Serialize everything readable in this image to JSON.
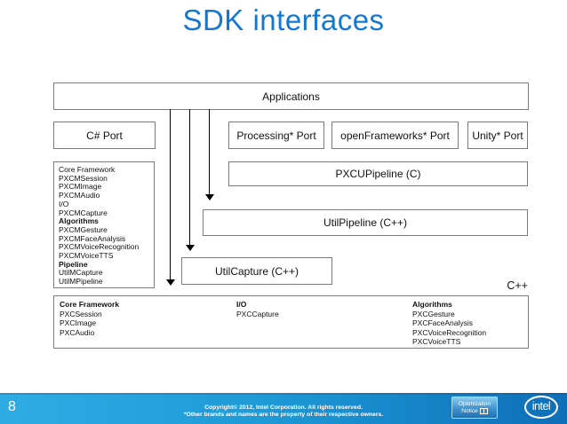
{
  "title": "SDK interfaces",
  "colors": {
    "title_blue": "#1478D2",
    "footer_gradient_left": "#2EADE4",
    "footer_gradient_right": "#0E6FB7",
    "box_border": "#7A7A7A"
  },
  "diagram": {
    "applications_label": "Applications",
    "ports": {
      "csharp": "C# Port",
      "processing": "Processing* Port",
      "openframeworks": "openFrameworks* Port",
      "unity": "Unity* Port"
    },
    "csharp_modules": [
      "Core Framework",
      "PXCMSession",
      "PXCMImage",
      "PXCMAudio",
      "I/O",
      "PXCMCapture",
      "Algorithms",
      "PXCMGesture",
      "PXCMFaceAnalysis",
      "PXCMVoiceRecognition",
      "PXCMVoiceTTS",
      "Pipeline",
      "UtilMCapture",
      "UtilMPipeline"
    ],
    "pxcu_pipeline_label": "PXCUPipeline (C)",
    "util_pipeline_label": "UtilPipeline (C++)",
    "util_capture_label": "UtilCapture (C++)",
    "cpp_label": "C++",
    "cpp_columns": [
      {
        "header": "Core Framework",
        "items": [
          "PXCSession",
          "PXCImage",
          "PXCAudio"
        ]
      },
      {
        "header": "I/O",
        "items": [
          "PXCCapture"
        ]
      },
      {
        "header": "Algorithms",
        "items": [
          "PXCGesture",
          "PXCFaceAnalysis",
          "PXCVoiceRecognition",
          "PXCVoiceTTS"
        ]
      }
    ]
  },
  "footer": {
    "slide_number": "8",
    "copyright_line1": "Copyright© 2012, Intel Corporation. All rights reserved.",
    "copyright_line2": "*Other brands and names are the property of their respective owners.",
    "optimization_notice_line1": "Optimization",
    "optimization_notice_line2": "Notice",
    "intel_logo_text": "intel"
  }
}
